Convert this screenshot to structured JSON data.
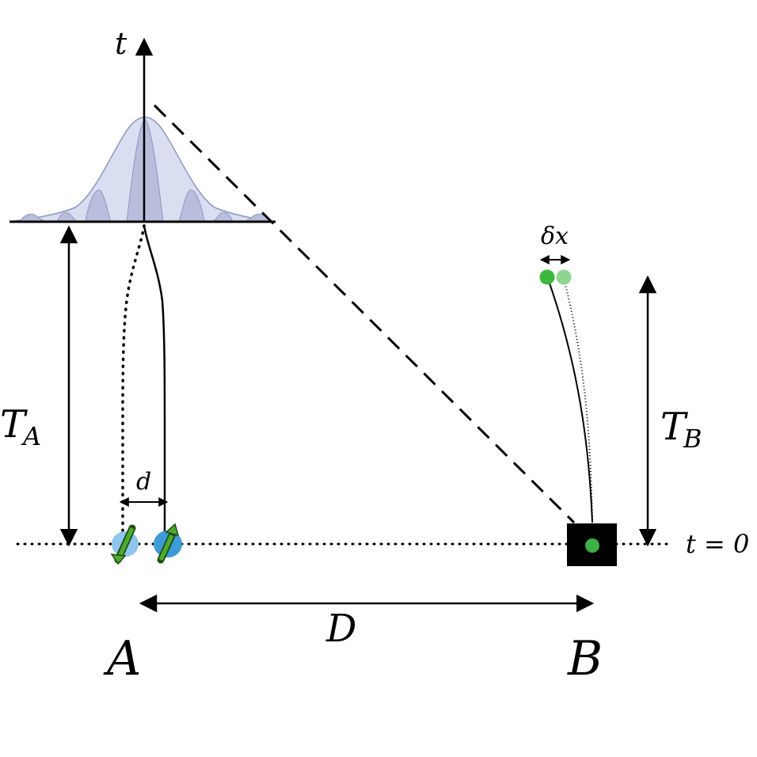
{
  "labels": {
    "t_axis": "t",
    "tA_main": "T",
    "tA_sub": "A",
    "tB_main": "T",
    "tB_sub": "B",
    "d": "d",
    "D": "D",
    "delta_x": "δx",
    "t_zero": "t = 0",
    "point_A": "A",
    "point_B": "B"
  },
  "colors": {
    "ink": "#000000",
    "wavefunction_fill": "#d9def0",
    "wavefunction_inner": "#b9bedc",
    "wavefunction_stroke": "#8e96c0",
    "particle_blue": "#3f9ad8",
    "particle_blue_faded": "#8ec6ee",
    "spin_arrow_green": "#4caa2e",
    "detector_black": "#000000",
    "detector_dot_green": "#3cb044",
    "trajectory_dot_green": "#3cb83c",
    "trajectory_dot_green_faded": "#8fd48f"
  },
  "icons": {
    "particle_left": "spin-down-particle",
    "particle_right": "spin-up-particle",
    "detector": "detector-box"
  }
}
